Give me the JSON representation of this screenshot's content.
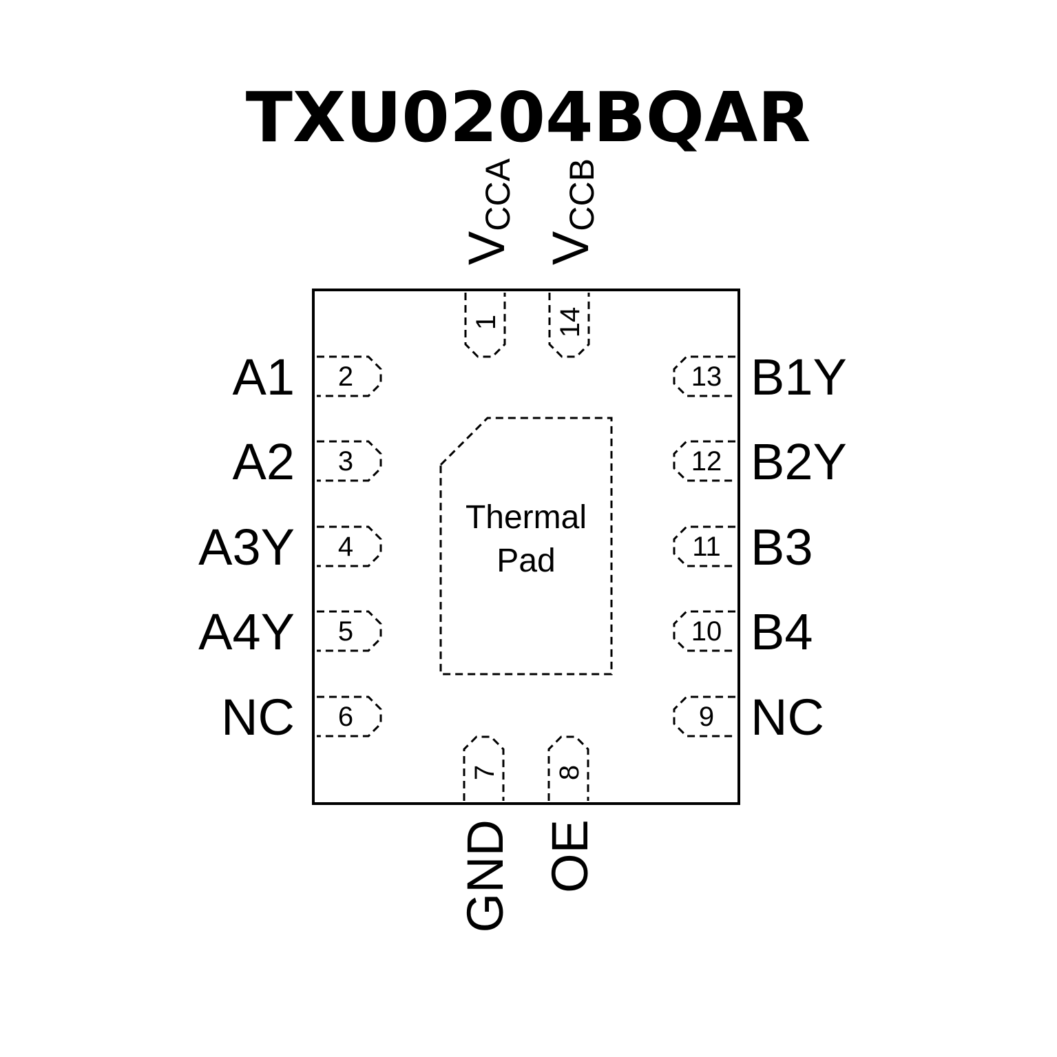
{
  "title": "TXU0204BQAR",
  "thermal_pad": {
    "line1": "Thermal",
    "line2": "Pad"
  },
  "pins": [
    {
      "number": "1",
      "name": "V",
      "sub": "CCA",
      "side": "top"
    },
    {
      "number": "14",
      "name": "V",
      "sub": "CCB",
      "side": "top"
    },
    {
      "number": "2",
      "name": "A1",
      "side": "left"
    },
    {
      "number": "3",
      "name": "A2",
      "side": "left"
    },
    {
      "number": "4",
      "name": "A3Y",
      "side": "left"
    },
    {
      "number": "5",
      "name": "A4Y",
      "side": "left"
    },
    {
      "number": "6",
      "name": "NC",
      "side": "left"
    },
    {
      "number": "7",
      "name": "GND",
      "side": "bottom"
    },
    {
      "number": "8",
      "name": "OE",
      "side": "bottom"
    },
    {
      "number": "9",
      "name": "NC",
      "side": "right"
    },
    {
      "number": "10",
      "name": "B4",
      "side": "right"
    },
    {
      "number": "11",
      "name": "B3",
      "side": "right"
    },
    {
      "number": "12",
      "name": "B2Y",
      "side": "right"
    },
    {
      "number": "13",
      "name": "B1Y",
      "side": "right"
    }
  ]
}
